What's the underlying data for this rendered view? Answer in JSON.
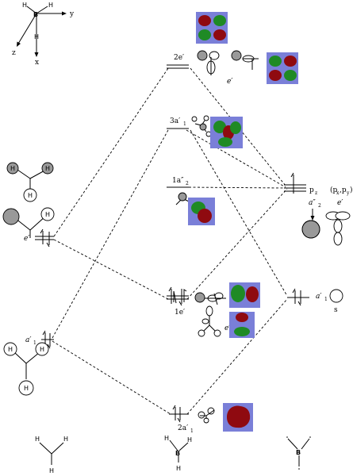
{
  "axes": {
    "x_label": "x",
    "y_label": "y",
    "z_label": "z",
    "center_atom": "B",
    "h_label": "H"
  },
  "levels": {
    "e_double_prime": {
      "label": "2e′",
      "sub_label": "e′"
    },
    "a1_3": {
      "label_main": "3a′",
      "label_sub": "1"
    },
    "a2_1": {
      "label_main": "1a″",
      "label_sub": "2"
    },
    "e_1": {
      "label": "1e′",
      "sub_label": "e′"
    },
    "a1_2": {
      "label_main": "2a′",
      "label_sub": "1"
    }
  },
  "left_column": {
    "e_label": "e′",
    "a1_main": "a′",
    "a1_sub": "1",
    "h": "H"
  },
  "right_column": {
    "p_main": "p",
    "p_sub": "z",
    "pxpy_label": "(p",
    "px_sub": "x",
    "py_label": ",p",
    "py_sub": "y",
    "close": ")",
    "a2_main": "a″",
    "a2_sub": "2",
    "e_label": "e′",
    "a1_main": "a′",
    "a1_sub": "1",
    "s_label": "s"
  },
  "bottom": {
    "h": "H",
    "b": "B"
  }
}
